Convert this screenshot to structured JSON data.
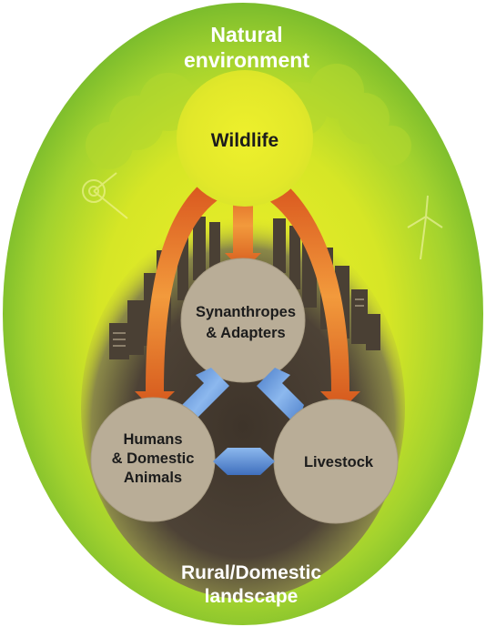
{
  "regions": {
    "outer_label_line1": "Natural",
    "outer_label_line2": "environment",
    "inner_label_line1": "Rural/Domestic",
    "inner_label_line2": "landscape"
  },
  "nodes": {
    "wildlife": "Wildlife",
    "synanthropes_line1": "Synanthropes",
    "synanthropes_line2": "& Adapters",
    "humans_line1": "Humans",
    "humans_line2": "& Domestic",
    "humans_line3": "Animals",
    "livestock": "Livestock"
  },
  "colors": {
    "outer_green": "#86c232",
    "mid_green": "#c9e02a",
    "dark_core": "#4a4034",
    "node_fill": "#b9ad97",
    "wildlife_fill": "#e6ea2a",
    "orange_arrow": "#e0722a",
    "blue_arrow": "#5b8fd6"
  }
}
